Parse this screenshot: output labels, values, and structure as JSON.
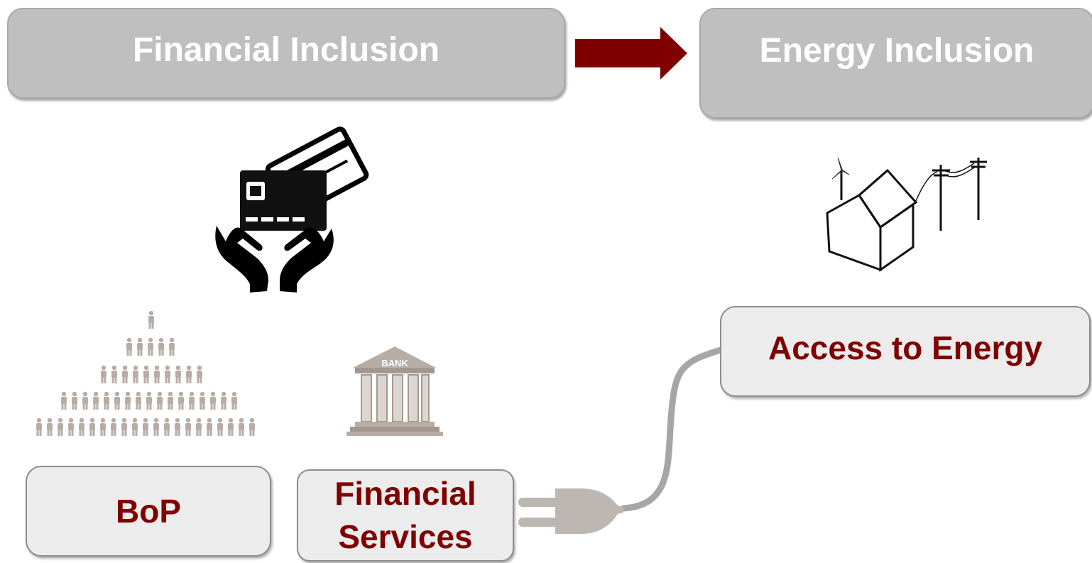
{
  "headers": {
    "financial": "Financial Inclusion",
    "energy": "Energy Inclusion"
  },
  "boxes": {
    "bop": "BoP",
    "financial_services": [
      "Financial",
      "Services"
    ],
    "access_to_energy": "Access to Energy"
  },
  "bank_sign": "BANK",
  "colors": {
    "header_fill": "#bfbfbf",
    "header_text": "#ffffff",
    "label_fill": "#ececec",
    "label_text": "#7f0000",
    "arrow": "#7f0000",
    "icon_beige": "#b7ada4",
    "cable": "#a6a6a6",
    "plug": "#bcb7b0"
  },
  "icons": {
    "card_hands": "credit-card-in-hands-icon",
    "house": "house-with-wind-turbine-and-power-lines-icon",
    "people": "people-pyramid-icon",
    "bank": "bank-building-icon",
    "plug": "electric-plug-icon"
  }
}
